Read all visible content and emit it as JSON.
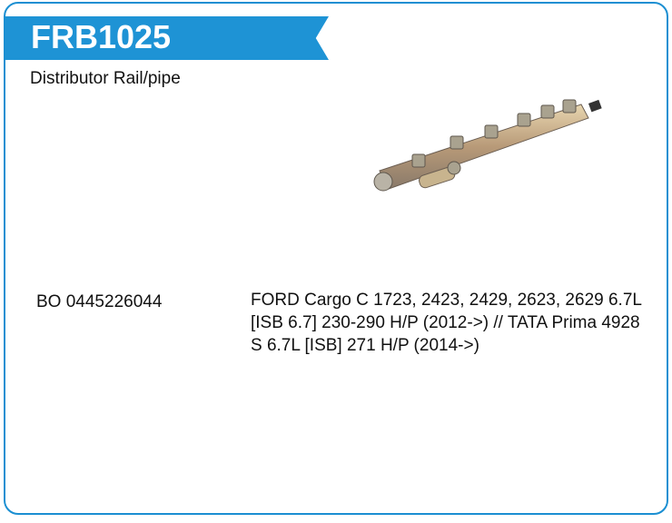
{
  "header": {
    "title": "FRB1025",
    "subtitle": "Distributor Rail/pipe"
  },
  "colors": {
    "accent": "#1e93d5"
  },
  "product_image": {
    "icon": "distributor-rail-image"
  },
  "rows": [
    {
      "reference": "BO 0445226044",
      "applications": "FORD Cargo C 1723, 2423, 2429, 2623, 2629 6.7L [ISB 6.7] 230-290 H/P (2012->) // TATA Prima 4928 S 6.7L [ISB] 271 H/P (2014->)"
    }
  ]
}
